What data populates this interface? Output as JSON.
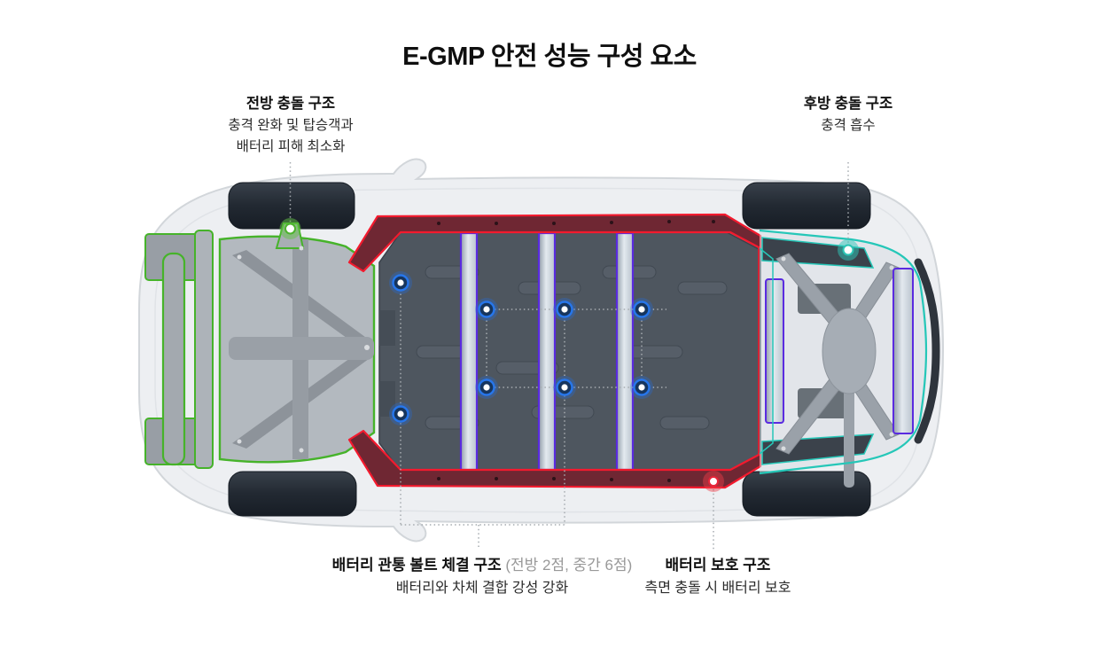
{
  "title": "E-GMP 안전 성능 구성 요소",
  "annotations": {
    "front_collision": {
      "title": "전방 충돌 구조",
      "desc_line1": "충격 완화 및 탑승객과",
      "desc_line2": "배터리 피해 최소화"
    },
    "rear_collision": {
      "title": "후방 충돌 구조",
      "desc_line1": "충격 흡수"
    },
    "battery_bolt": {
      "title": "배터리 관통 볼트 체결 구조",
      "title_note": "(전방 2점, 중간 6점)",
      "desc_line1": "배터리와 차체 결합 강성 강화"
    },
    "battery_protection": {
      "title": "배터리 보호 구조",
      "desc_line1": "측면 충돌 시 배터리 보호"
    }
  },
  "colors": {
    "front_structure_green": "#46b32a",
    "battery_frame_red": "#f31a2e",
    "battery_frame_fill": "#6f2733",
    "rear_structure_teal": "#25c7b8",
    "cross_member_purple": "#5a2be0",
    "bolt_blue": "#2776ea",
    "leader_line_gray": "#a6abb0",
    "background": "#ffffff"
  }
}
